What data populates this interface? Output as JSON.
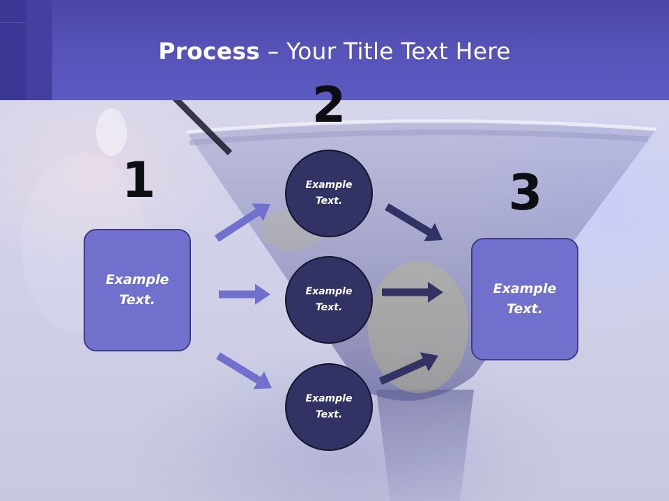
{
  "slide": {
    "title_bold": "Process",
    "title_rest": " – Your Title Text Here"
  },
  "steps": [
    {
      "number": "1",
      "text": "Example Text."
    },
    {
      "number": "2",
      "nodes": [
        "Example Text.",
        "Example Text.",
        "Example Text."
      ]
    },
    {
      "number": "3",
      "text": "Example Text."
    }
  ],
  "colors": {
    "header": "#5753b8",
    "box_fill": "#7170cd",
    "circle_fill": "#323264",
    "arrow_light": "#7170cd",
    "arrow_dark": "#323264"
  }
}
